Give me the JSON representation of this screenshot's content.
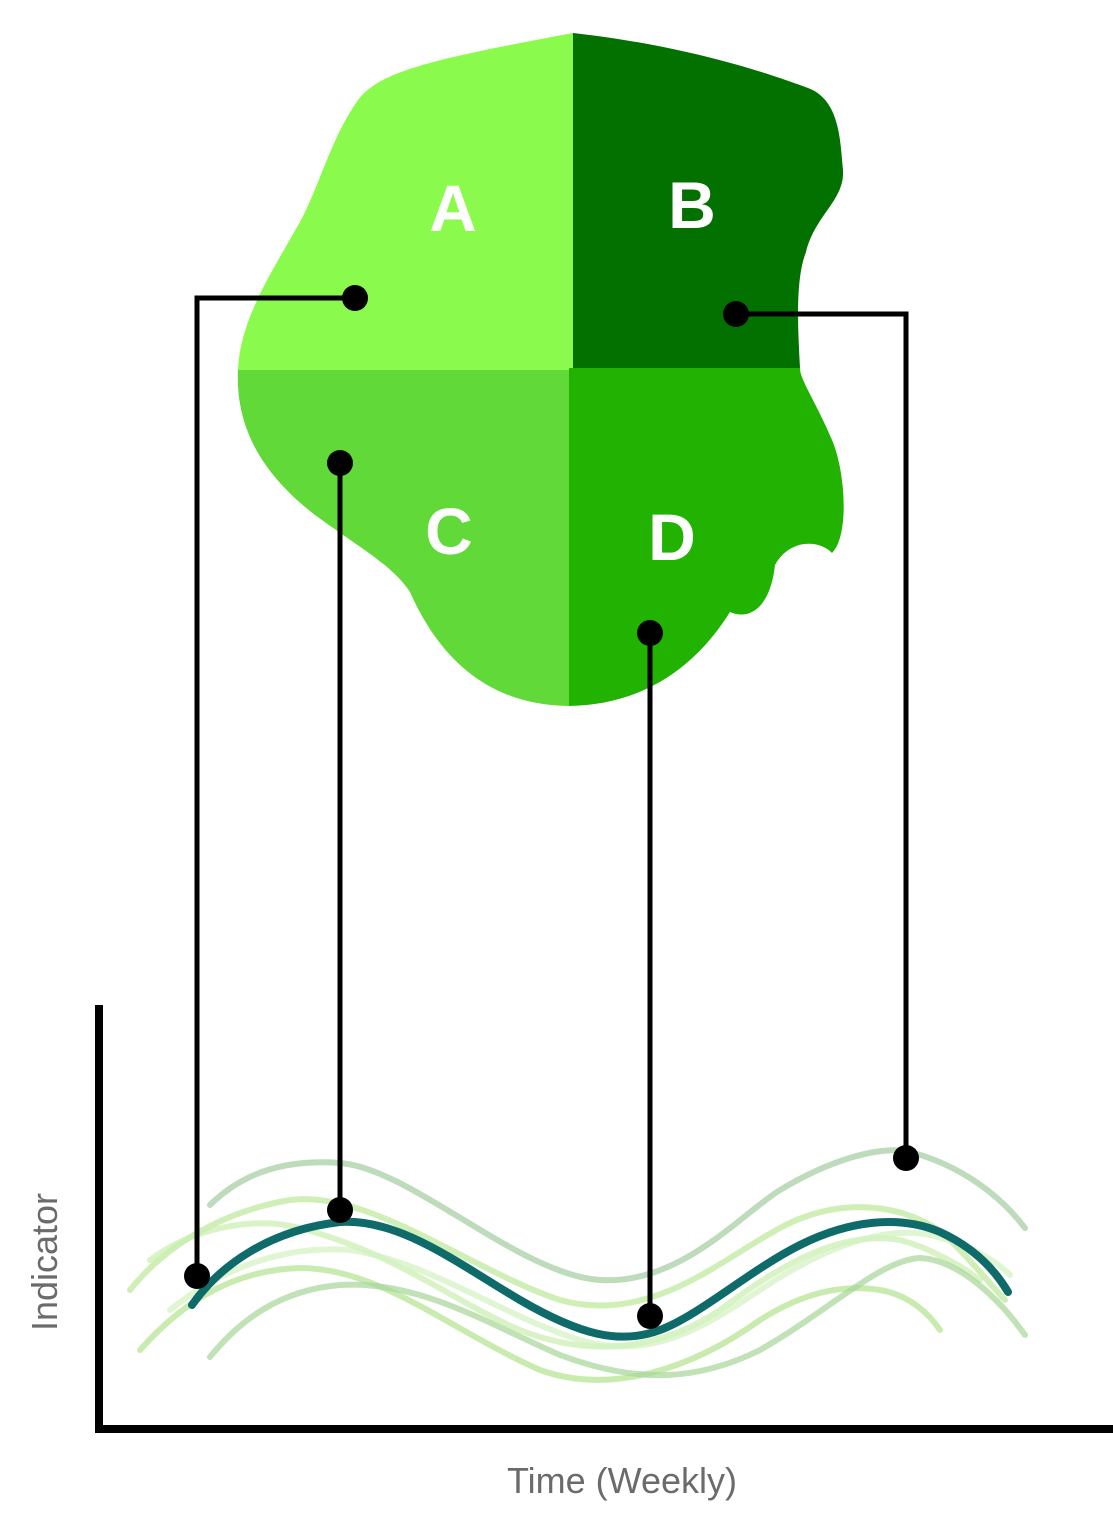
{
  "regions": [
    {
      "id": "A",
      "label": "A",
      "color": "#8afa4c"
    },
    {
      "id": "B",
      "label": "B",
      "color": "#027100"
    },
    {
      "id": "C",
      "label": "C",
      "color": "#61d939"
    },
    {
      "id": "D",
      "label": "D",
      "color": "#22b201"
    }
  ],
  "axes": {
    "x_label": "Time (Weekly)",
    "y_label": "Indicator"
  },
  "curves": {
    "highlight_color": "#0e6b6a",
    "background_colors": [
      "#a9cfa6",
      "#bfeaa0",
      "#c9efb0",
      "#b3e38f",
      "#a6d798",
      "#d3f3c0"
    ]
  },
  "connector_color": "#000000"
}
